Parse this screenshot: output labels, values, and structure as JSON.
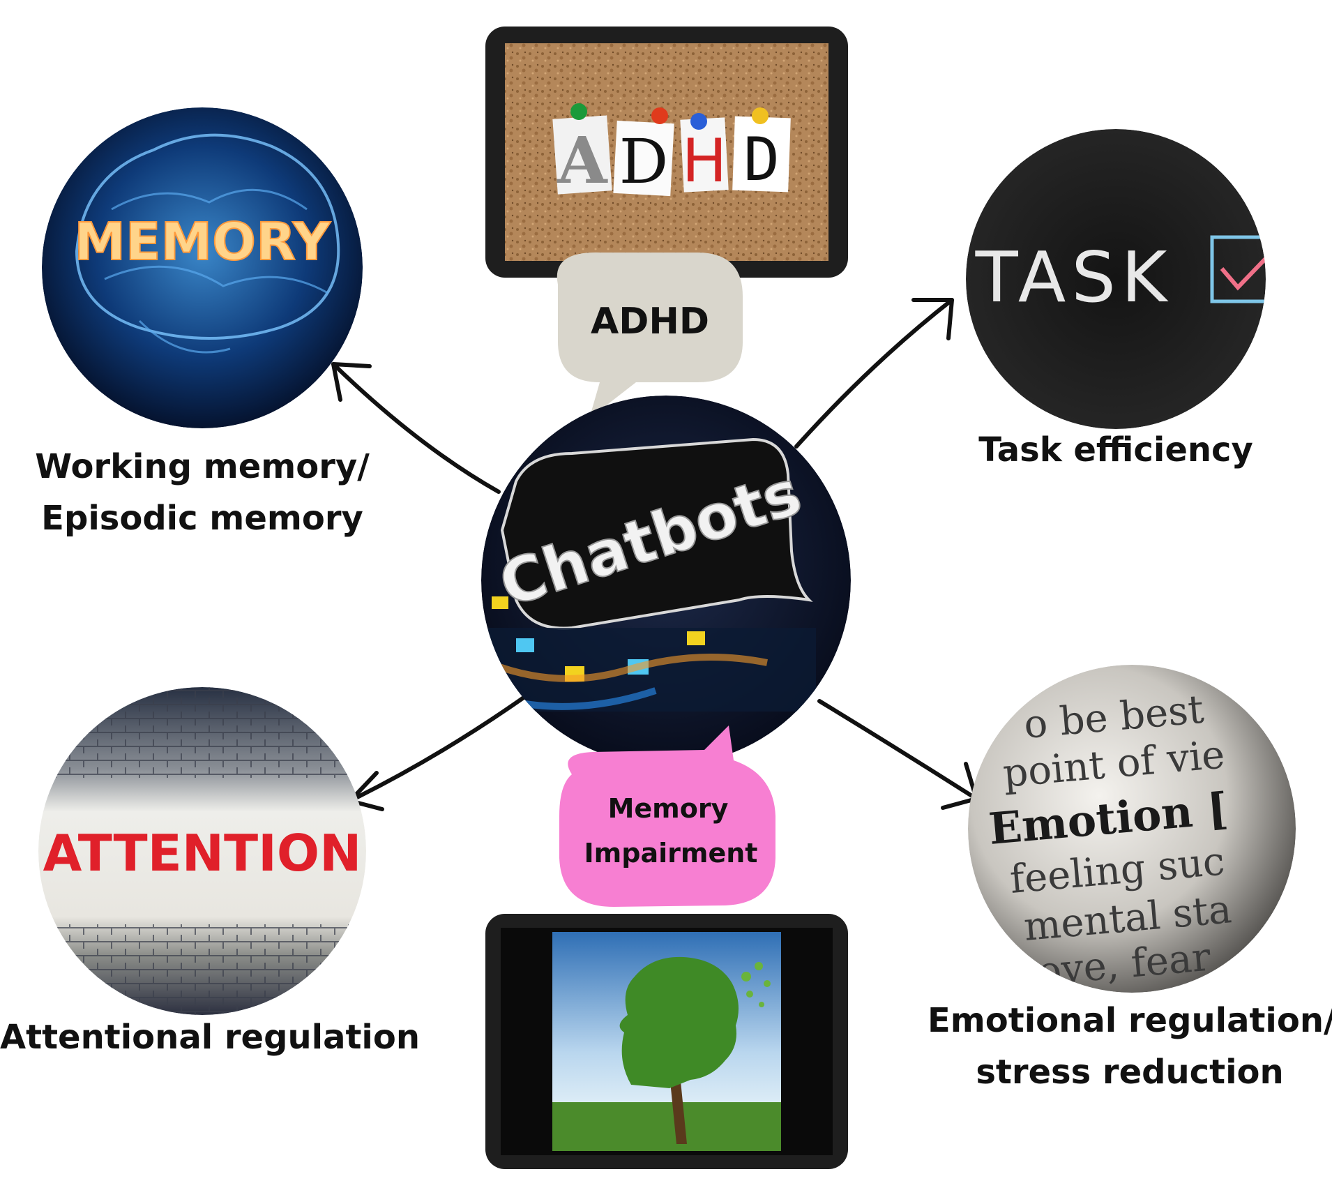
{
  "center": {
    "label": "Chatbots"
  },
  "bubbles": {
    "adhd": {
      "label": "ADHD",
      "color": "#d9d6cc"
    },
    "memory_impairment": {
      "line1": "Memory",
      "line2": "Impairment",
      "color": "#f77fd2"
    }
  },
  "tiles": {
    "adhd_board": {
      "letters": [
        "A",
        "D",
        "H",
        "D"
      ]
    }
  },
  "nodes": {
    "memory": {
      "image_text": "MEMORY",
      "label_line1": "Working memory/",
      "label_line2": "Episodic memory"
    },
    "task": {
      "image_text": "TASK",
      "label": "Task efficiency"
    },
    "attention": {
      "image_text": "ATTENTION",
      "label": "Attentional regulation"
    },
    "emotion": {
      "image_lines": [
        "o be best",
        "point of vie",
        "Emotion [",
        "feeling suc",
        "mental sta",
        "ove, fear"
      ],
      "label_line1": "Emotional regulation/",
      "label_line2": "stress reduction"
    }
  }
}
